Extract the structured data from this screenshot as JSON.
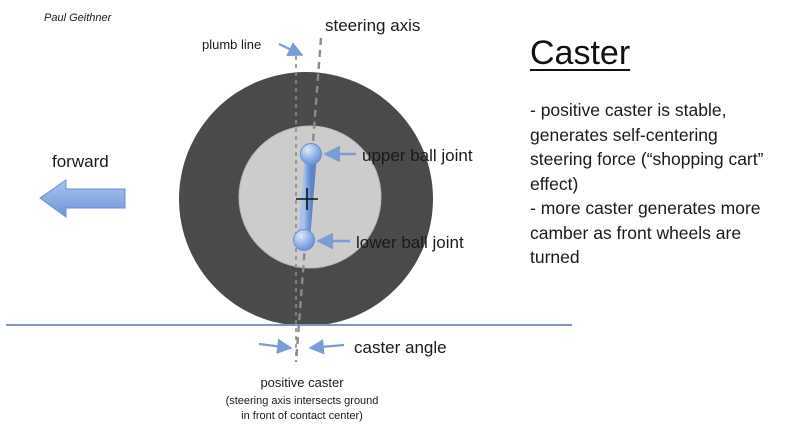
{
  "author": "Paul Geithner",
  "title": "Caster",
  "labels": {
    "steering_axis": "steering axis",
    "plumb_line": "plumb line",
    "forward": "forward",
    "upper_ball_joint": "upper ball joint",
    "lower_ball_joint": "lower ball joint",
    "caster_angle": "caster angle",
    "positive_caster": "positive caster",
    "caption_line1": "(steering axis intersects ground",
    "caption_line2": "in front of contact center)"
  },
  "bullets": [
    {
      "lines": [
        "- positive caster is stable,",
        "generates self-centering",
        "steering force (“shopping cart”",
        "effect)"
      ]
    },
    {
      "lines": [
        "- more caster generates more",
        "camber as front wheels are",
        "turned"
      ]
    }
  ],
  "colors": {
    "tire": "#4a4a4a",
    "wheel": "#cccccc",
    "ground": "#7f97c2",
    "arrow": "#7b9dd6",
    "joint": "#9ab5e6",
    "dashed": "#8a8a8a"
  }
}
